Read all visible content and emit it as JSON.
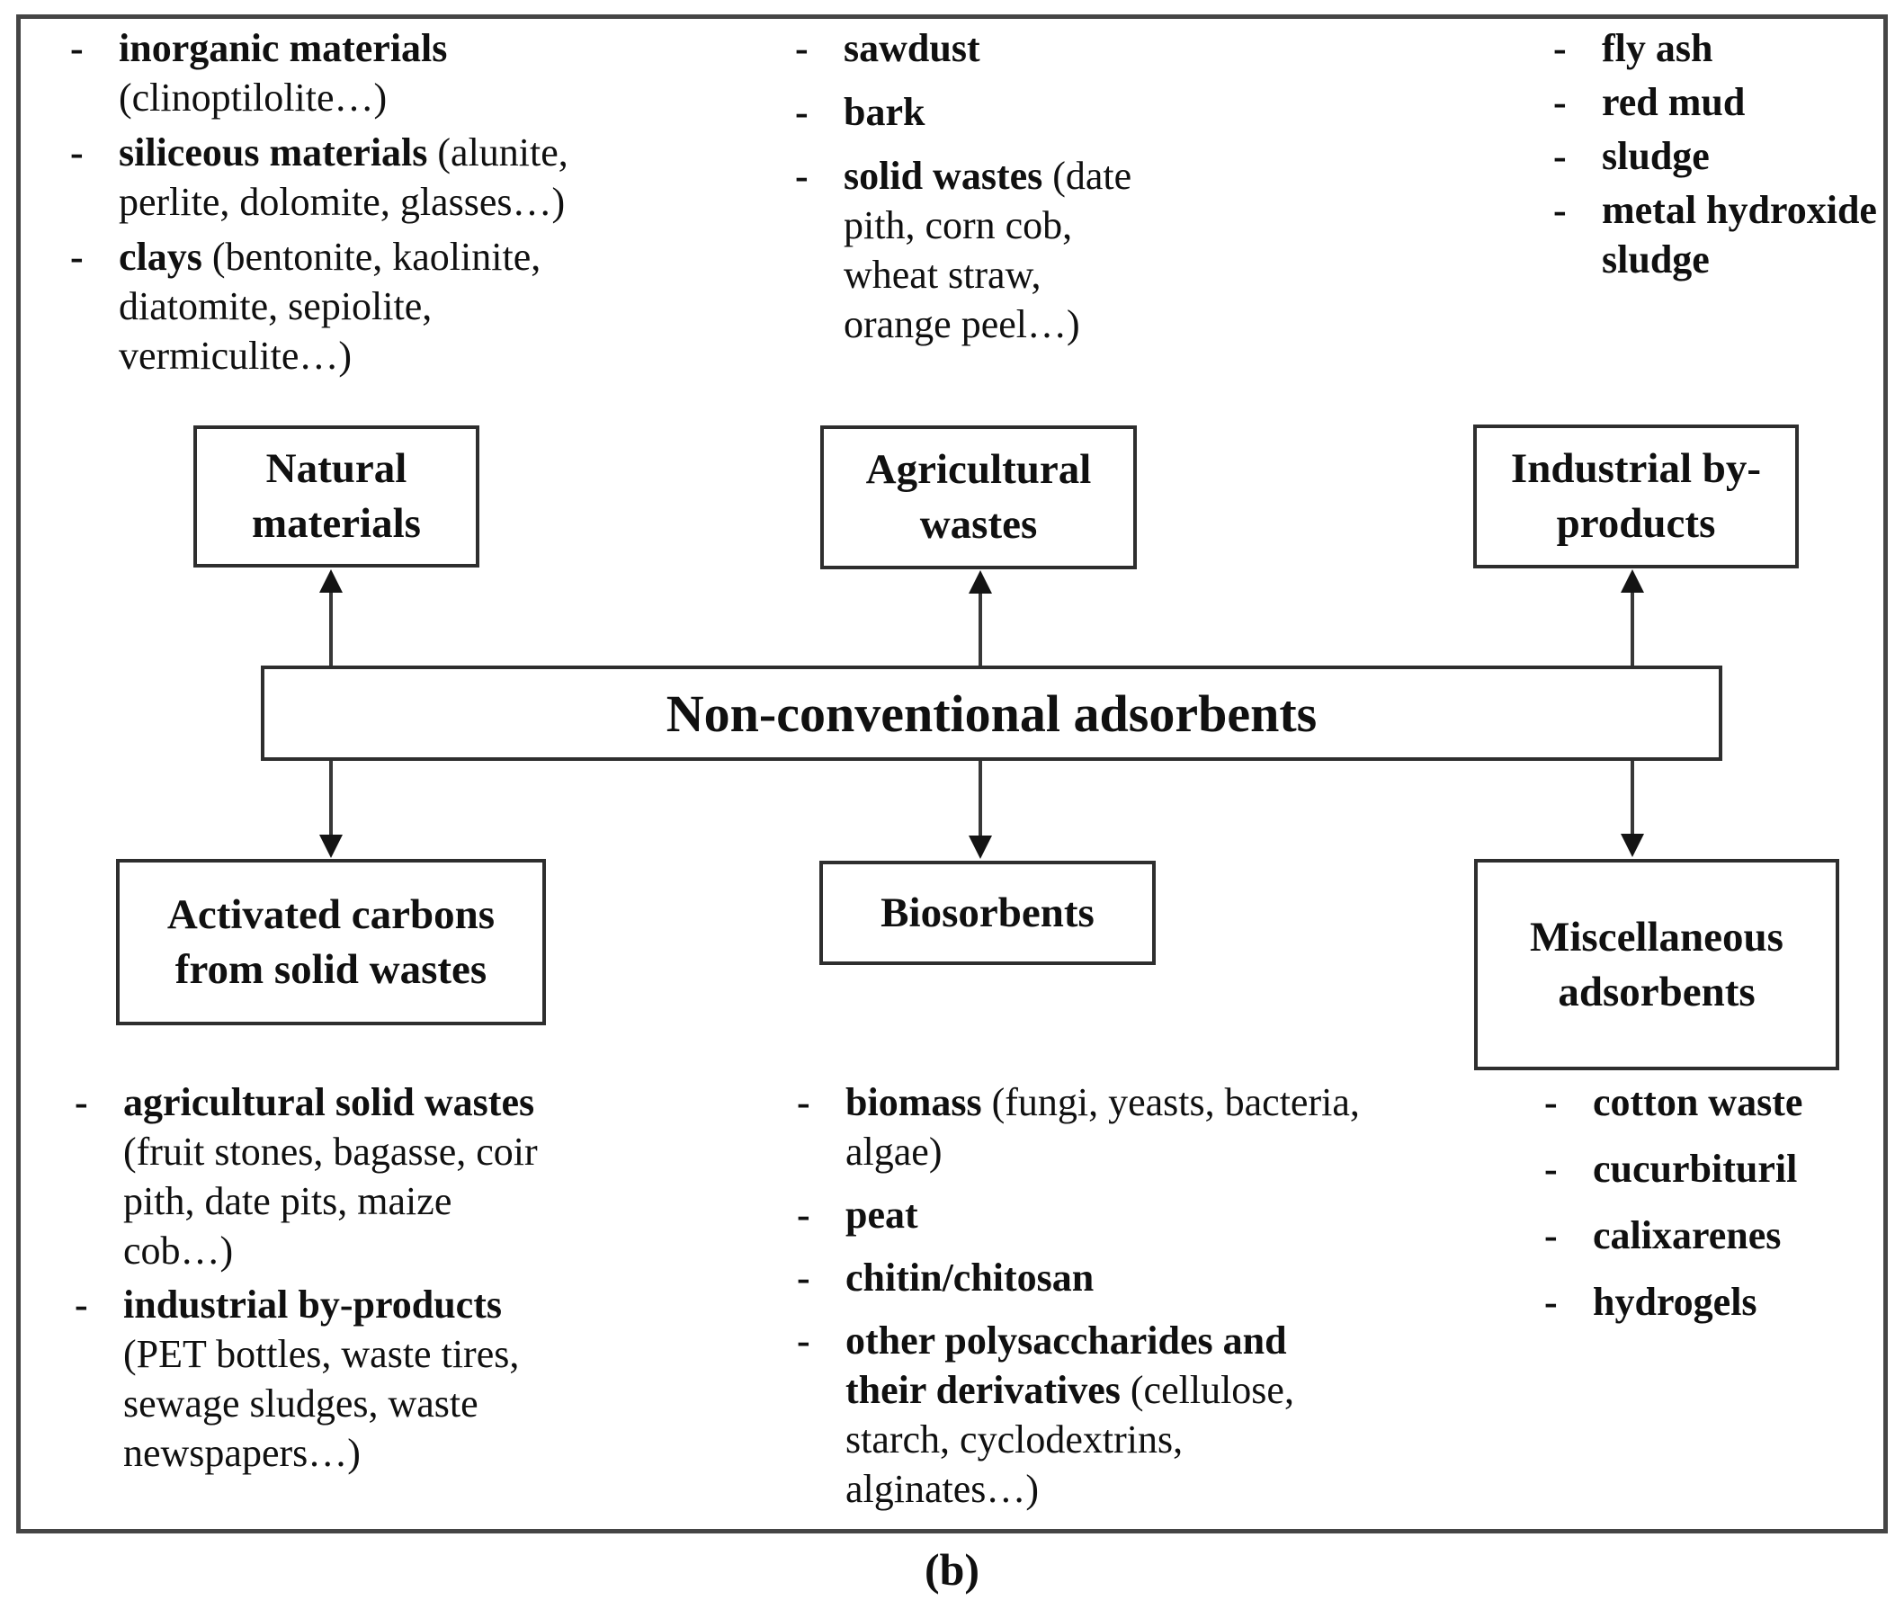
{
  "caption": "(b)",
  "bullet": "-",
  "colors": {
    "ink": "#101010",
    "box_border": "#2e2e2e",
    "outer_border": "#454545",
    "background": "#ffffff"
  },
  "center_box": {
    "label": "Non-conventional adsorbents"
  },
  "category_boxes": {
    "natural": "Natural materials",
    "agricultural": "Agricultural wastes",
    "industrial": "Industrial by-products",
    "activated": "Activated carbons from solid wastes",
    "biosorbents": "Biosorbents",
    "miscellaneous": "Miscellaneous adsorbents"
  },
  "lists": {
    "natural_examples": {
      "items": [
        {
          "term": "inorganic materials",
          "detail": "(clinoptilolite…)"
        },
        {
          "term": "siliceous materials",
          "detail": "(alunite, perlite, dolomite, glasses…)"
        },
        {
          "term": "clays",
          "detail": "(bentonite, kaolinite, diatomite, sepiolite, vermiculite…)"
        }
      ]
    },
    "agricultural_examples": {
      "items": [
        {
          "term": "sawdust",
          "detail": ""
        },
        {
          "term": "bark",
          "detail": ""
        },
        {
          "term": "solid wastes",
          "detail": "(date pith, corn cob, wheat straw, orange peel…)"
        }
      ]
    },
    "industrial_examples": {
      "items": [
        {
          "term": "fly ash",
          "detail": ""
        },
        {
          "term": "red mud",
          "detail": ""
        },
        {
          "term": "sludge",
          "detail": ""
        },
        {
          "term": "metal hydroxide sludge",
          "detail": ""
        }
      ]
    },
    "activated_examples": {
      "items": [
        {
          "term": "agricultural solid wastes",
          "detail": "(fruit stones, bagasse, coir pith, date pits, maize cob…)"
        },
        {
          "term": "industrial by-products",
          "detail": "(PET bottles, waste tires, sewage sludges, waste newspapers…)"
        }
      ]
    },
    "biosorbent_examples": {
      "items": [
        {
          "term": "biomass",
          "detail": "(fungi, yeasts, bacteria, algae)"
        },
        {
          "term": "peat",
          "detail": ""
        },
        {
          "term": "chitin/chitosan",
          "detail": ""
        },
        {
          "term": "other polysaccharides and their derivatives",
          "detail": "(cellulose, starch, cyclodextrins, alginates…)"
        }
      ]
    },
    "miscellaneous_examples": {
      "items": [
        {
          "term": "cotton waste",
          "detail": ""
        },
        {
          "term": "cucurbituril",
          "detail": ""
        },
        {
          "term": "calixarenes",
          "detail": ""
        },
        {
          "term": "hydrogels",
          "detail": ""
        }
      ]
    }
  }
}
